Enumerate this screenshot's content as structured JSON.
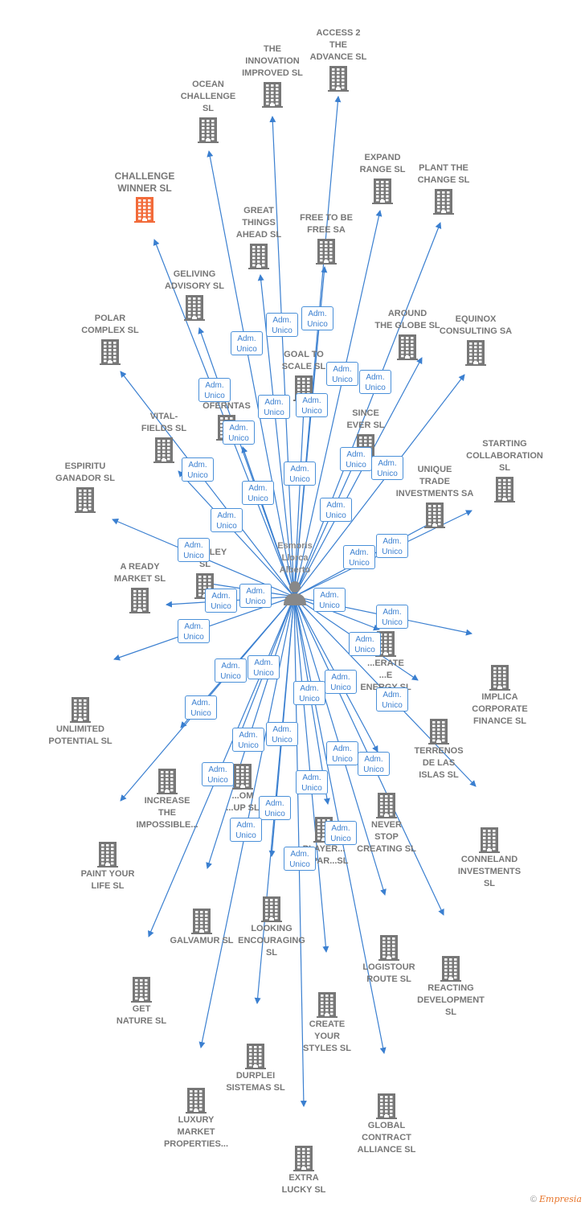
{
  "center": {
    "name": "Esmoris\nLlorca\nAlberto"
  },
  "badge": {
    "line1": "Adm.",
    "line2": "Unico"
  },
  "colors": {
    "edge": "#3a7fd0",
    "building": "#777777",
    "highlight": "#f26b3a"
  },
  "footer": {
    "copyright": "©",
    "brand": "Empresia"
  },
  "companies": [
    {
      "name": "ACCESS 2\nTHE\nADVANCE  SL"
    },
    {
      "name": "THE\nINNOVATION\nIMPROVED  SL"
    },
    {
      "name": "OCEAN\nCHALLENGE\nSL"
    },
    {
      "name": "CHALLENGE\nWINNER  SL",
      "highlight": true
    },
    {
      "name": "EXPAND\nRANGE  SL"
    },
    {
      "name": "PLANT THE\nCHANGE  SL"
    },
    {
      "name": "GREAT\nTHINGS\nAHEAD  SL"
    },
    {
      "name": "FREE TO BE\nFREE SA"
    },
    {
      "name": "GELIVING\nADVISORY  SL"
    },
    {
      "name": "POLAR\nCOMPLEX  SL"
    },
    {
      "name": "AROUND\nTHE GLOBE  SL"
    },
    {
      "name": "EQUINOX\nCONSULTING SA"
    },
    {
      "name": "GOAL TO\nSCALE  SL"
    },
    {
      "name": "OFERNTAS"
    },
    {
      "name": "VITAL-\nFIELDS  SL"
    },
    {
      "name": "SINCE\nEVER  SL"
    },
    {
      "name": "STARTING\nCOLLABORATION\nSL"
    },
    {
      "name": "ESPIRITU\nGANADOR SL"
    },
    {
      "name": "UNIQUE\nTRADE\nINVESTMENTS SA"
    },
    {
      "name": "C...ARLEY\nSL"
    },
    {
      "name": "A READY\nMARKET  SL"
    },
    {
      "name": "...ERATE\n...E\nENERGY  SL"
    },
    {
      "name": "IMPLICA\nCORPORATE\nFINANCE  SL"
    },
    {
      "name": "UNLIMITED\nPOTENTIAL  SL"
    },
    {
      "name": "TERRENOS\nDE LAS\nISLAS  SL"
    },
    {
      "name": "INCREASE\nTHE\nIMPOSSIBLE..."
    },
    {
      "name": "...OM\n...UP  SL"
    },
    {
      "name": "NEVER\nSTOP\nCREATING  SL"
    },
    {
      "name": "CONNELAND\nINVESTMENTS\nSL"
    },
    {
      "name": "PAINT YOUR\nLIFE  SL"
    },
    {
      "name": "PLAYER...\nDEPAR...SL"
    },
    {
      "name": "GALVAMUR  SL"
    },
    {
      "name": "LOOKING\nENCOURAGING\nSL"
    },
    {
      "name": "LOGISTOUR\nROUTE  SL"
    },
    {
      "name": "REACTING\nDEVELOPMENT\nSL"
    },
    {
      "name": "GET\nNATURE  SL"
    },
    {
      "name": "CREATE\nYOUR\nSTYLES  SL"
    },
    {
      "name": "DURPLEI\nSISTEMAS  SL"
    },
    {
      "name": "LUXURY\nMARKET\nPROPERTIES..."
    },
    {
      "name": "GLOBAL\nCONTRACT\nALLIANCE  SL"
    },
    {
      "name": "EXTRA\nLUCKY  SL"
    }
  ]
}
